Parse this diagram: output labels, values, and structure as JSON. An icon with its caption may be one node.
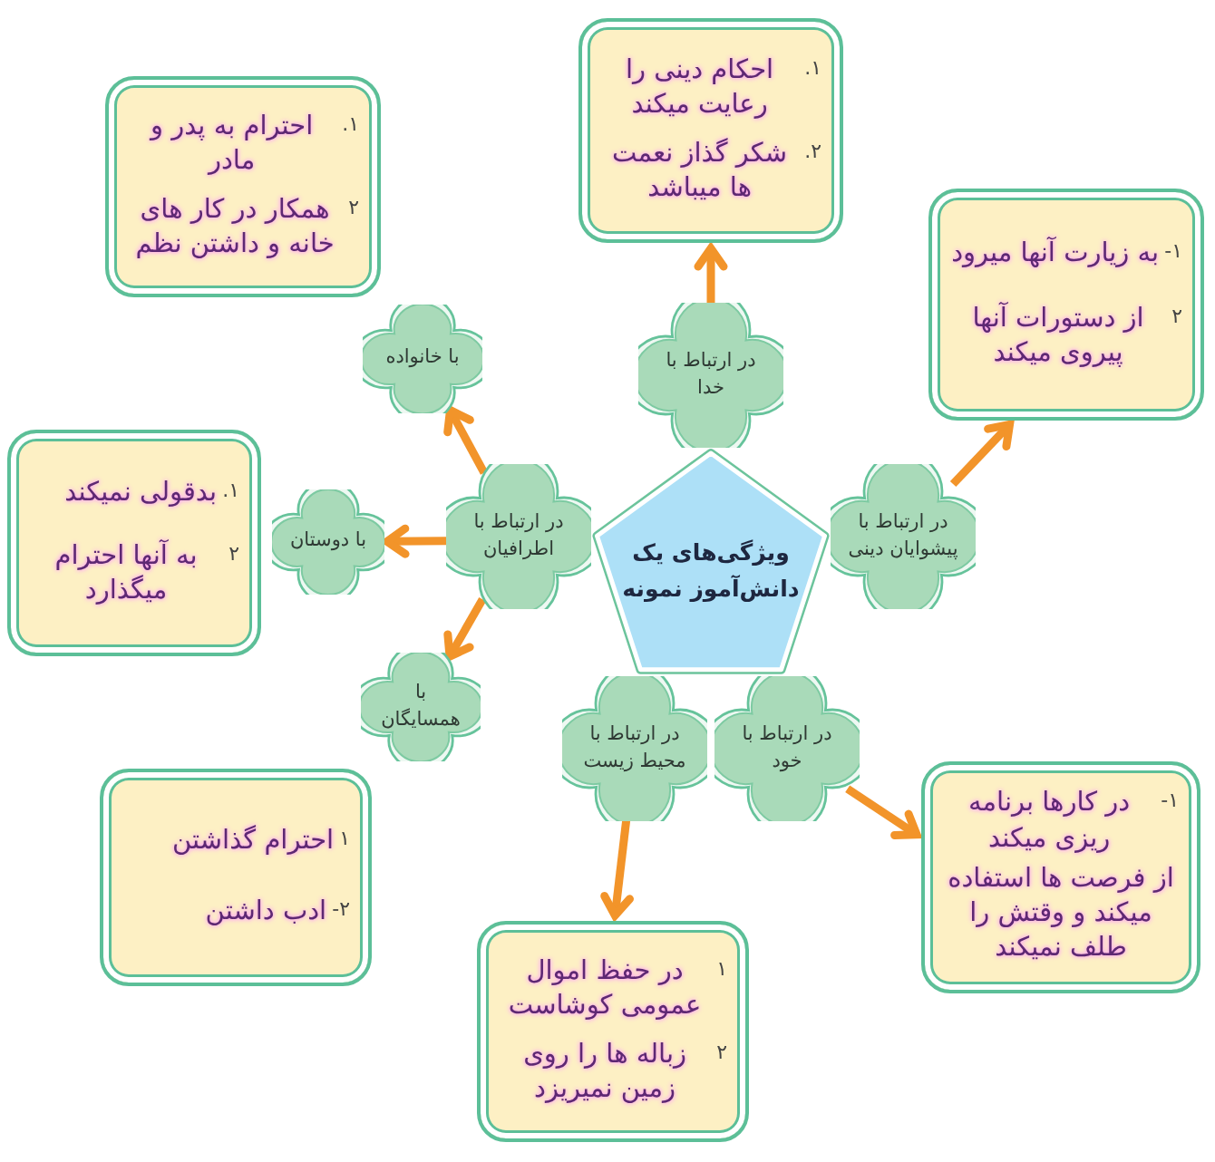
{
  "diagram": {
    "nodes": [
      {
        "text": [
          "ویژگی‌های یک دانش‌آموز نمونه"
        ]
      },
      {
        "text": [
          "در ارتباط با خدا"
        ]
      },
      {
        "text": [
          "در ارتباط با پیشوایان دینی"
        ]
      },
      {
        "text": [
          "در ارتباط با خود"
        ]
      },
      {
        "text": [
          "در ارتباط با محیط زیست"
        ]
      },
      {
        "text": [
          "در ارتباط با اطرافیان"
        ]
      },
      {
        "text": [
          "با خانواده"
        ]
      },
      {
        "text": [
          "با دوستان"
        ]
      },
      {
        "text": [
          "با همسایگان"
        ]
      },
      {
        "text": [
          "۱.",
          "احکام دینی را رعایت میکند",
          "۲.",
          "شکر گذاز نعمت ها میباشد"
        ]
      },
      {
        "text": [
          "۱.",
          "احترام به پدر و مادر",
          "۲",
          "همکار در کار های خانه و داشتن نظم"
        ]
      },
      {
        "text": [
          "۱-",
          "به زیارت آنها میرود",
          "۲",
          "از دستورات آنها پیروی میکند"
        ]
      },
      {
        "text": [
          "۱.",
          "بدقولی نمیکند",
          "۲",
          "به آنها احترام میگذارد"
        ]
      },
      {
        "text": [
          "۱",
          "احترام گذاشتن",
          "۲-",
          "ادب داشتن"
        ]
      },
      {
        "text": [
          "۱",
          "در حفظ اموال عمومی کوشاست",
          "۲",
          "زباله ها را روی زمین نمیریزد"
        ]
      },
      {
        "text": [
          "۱-",
          "در کارها برنامه ریزی میکند",
          "از فرصت ها استفاده میکند و وقتش را طلف نمیکند"
        ]
      }
    ],
    "edges": [
      {
        "from": 1,
        "to": 9,
        "arrow": "to"
      },
      {
        "from": 2,
        "to": 11,
        "arrow": "to"
      },
      {
        "from": 3,
        "to": 15,
        "arrow": "to"
      },
      {
        "from": 4,
        "to": 14,
        "arrow": "to"
      },
      {
        "from": 5,
        "to": 6,
        "arrow": "to"
      },
      {
        "from": 5,
        "to": 7,
        "arrow": "to"
      },
      {
        "from": 5,
        "to": 8,
        "arrow": "to"
      }
    ]
  }
}
